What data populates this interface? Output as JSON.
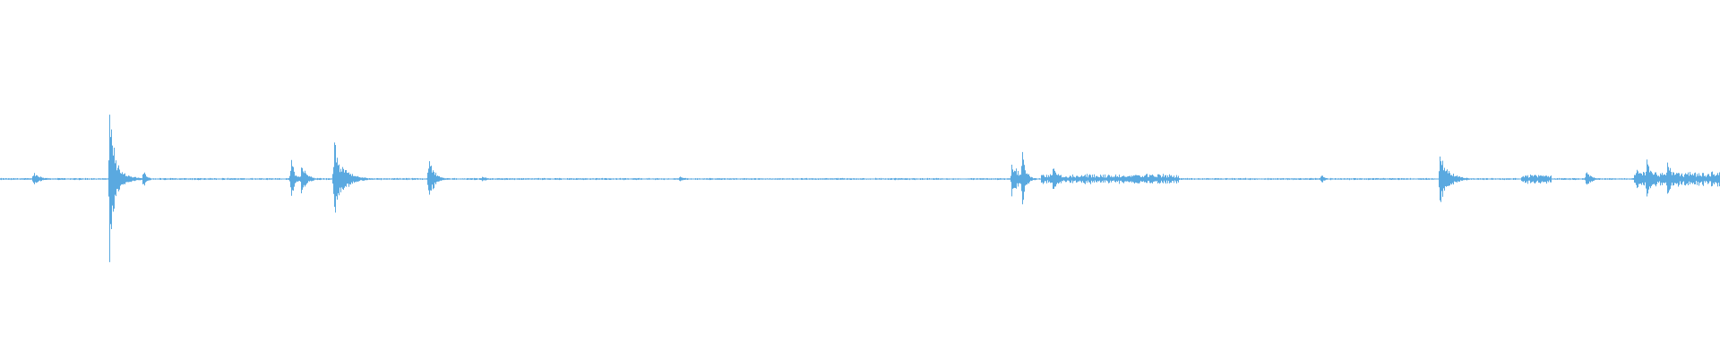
{
  "waveform": {
    "color": "#5aa9e0",
    "background": "#ffffff",
    "baseline_amplitude": 0.008,
    "events": [
      {
        "at": 0.019,
        "amp": 0.09,
        "decay": 0.004
      },
      {
        "at": 0.0635,
        "amp": 1.0,
        "decay": 0.003
      },
      {
        "at": 0.0665,
        "amp": 0.18,
        "decay": 0.006
      },
      {
        "at": 0.083,
        "amp": 0.12,
        "decay": 0.002
      },
      {
        "at": 0.169,
        "amp": 0.28,
        "decay": 0.002
      },
      {
        "at": 0.175,
        "amp": 0.2,
        "decay": 0.003
      },
      {
        "at": 0.194,
        "amp": 0.56,
        "decay": 0.003
      },
      {
        "at": 0.198,
        "amp": 0.2,
        "decay": 0.006
      },
      {
        "at": 0.249,
        "amp": 0.3,
        "decay": 0.003
      },
      {
        "at": 0.28,
        "amp": 0.04,
        "decay": 0.003
      },
      {
        "at": 0.395,
        "amp": 0.04,
        "decay": 0.003
      },
      {
        "at": 0.588,
        "amp": 0.2,
        "decay": 0.005
      },
      {
        "at": 0.594,
        "amp": 0.4,
        "decay": 0.002
      },
      {
        "at": 0.612,
        "amp": 0.18,
        "decay": 0.003
      },
      {
        "at": 0.768,
        "amp": 0.06,
        "decay": 0.002
      },
      {
        "at": 0.837,
        "amp": 0.42,
        "decay": 0.003
      },
      {
        "at": 0.841,
        "amp": 0.12,
        "decay": 0.006
      },
      {
        "at": 0.922,
        "amp": 0.1,
        "decay": 0.003
      },
      {
        "at": 0.951,
        "amp": 0.14,
        "decay": 0.006
      },
      {
        "at": 0.957,
        "amp": 0.3,
        "decay": 0.003
      },
      {
        "at": 0.969,
        "amp": 0.26,
        "decay": 0.003
      }
    ],
    "noisy_segments": [
      {
        "start": 0.605,
        "end": 0.685,
        "amp": 0.06
      },
      {
        "start": 0.884,
        "end": 0.902,
        "amp": 0.06
      },
      {
        "start": 0.95,
        "end": 1.0,
        "amp": 0.09
      }
    ]
  }
}
